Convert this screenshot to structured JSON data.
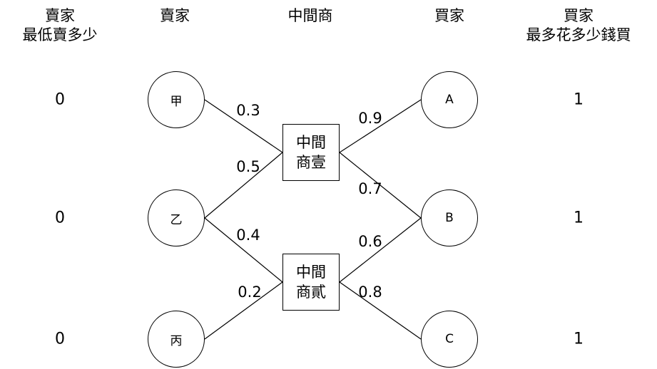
{
  "headers": {
    "seller_min_line1": "賣家",
    "seller_min_line2": "最低賣多少",
    "sellers": "賣家",
    "middlemen": "中間商",
    "buyers": "買家",
    "buyer_max_line1": "買家",
    "buyer_max_line2": "最多花多少錢買"
  },
  "sellers": [
    {
      "id": "jia",
      "label": "甲",
      "min_price": "0"
    },
    {
      "id": "yi",
      "label": "乙",
      "min_price": "0"
    },
    {
      "id": "bing",
      "label": "丙",
      "min_price": "0"
    }
  ],
  "middlemen": [
    {
      "id": "m1",
      "line1": "中間",
      "line2": "商壹"
    },
    {
      "id": "m2",
      "line1": "中間",
      "line2": "商貳"
    }
  ],
  "buyers": [
    {
      "id": "A",
      "label": "A",
      "max_price": "1"
    },
    {
      "id": "B",
      "label": "B",
      "max_price": "1"
    },
    {
      "id": "C",
      "label": "C",
      "max_price": "1"
    }
  ],
  "edges": [
    {
      "from": "jia",
      "to": "m1",
      "label": "0.3"
    },
    {
      "from": "yi",
      "to": "m1",
      "label": "0.5"
    },
    {
      "from": "yi",
      "to": "m2",
      "label": "0.4"
    },
    {
      "from": "bing",
      "to": "m2",
      "label": "0.2"
    },
    {
      "from": "m1",
      "to": "A",
      "label": "0.9"
    },
    {
      "from": "m1",
      "to": "B",
      "label": "0.7"
    },
    {
      "from": "m2",
      "to": "B",
      "label": "0.6"
    },
    {
      "from": "m2",
      "to": "C",
      "label": "0.8"
    }
  ]
}
